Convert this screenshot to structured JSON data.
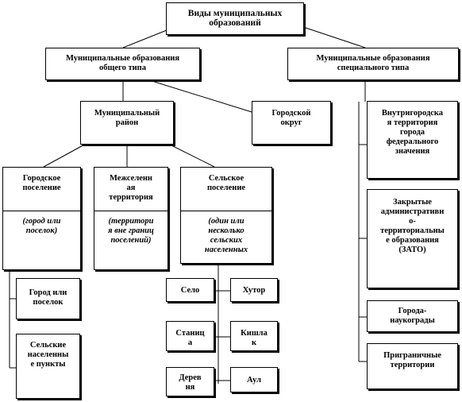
{
  "diagram": {
    "root": "Виды муниципальных\nобразований",
    "general": "Муниципальные образования\nобщего типа",
    "special": "Муниципальные образования\nспециального типа",
    "district": "Муниципальный\nрайон",
    "urban_okrug": "Городской\nокруг",
    "urban_settlement": {
      "title": "Городское\nпоселение",
      "note": "(город или\nпоселок)"
    },
    "inter_settlement": {
      "title": "Межселенн\nая\nтерритория",
      "note": "(территори\nя вне границ\nпоселений)"
    },
    "rural_settlement": {
      "title": "Сельское\nпоселение",
      "note": "(один или\nнесколько\nсельских\nнаселенных"
    },
    "town_or_village": "Город или\nпоселок",
    "rural_localities": "Сельские\nнаселенны\nе пункты",
    "selo": "Село",
    "khutor": "Хутор",
    "stanitsa": "Станиц\nа",
    "kishlak": "Кишла\nк",
    "derevnya": "Дерев\nня",
    "aul": "Аул",
    "intracity": "Внутригородска\nя территория\nгорода\nфедерального\nзначения",
    "zato": "Закрытые\nадминистративн\nо-\nтерриториальны\nе образования\n(ЗАТО)",
    "science_cities": "Города-\nнаукограды",
    "border_territories": "Приграничные\nтерритории"
  }
}
